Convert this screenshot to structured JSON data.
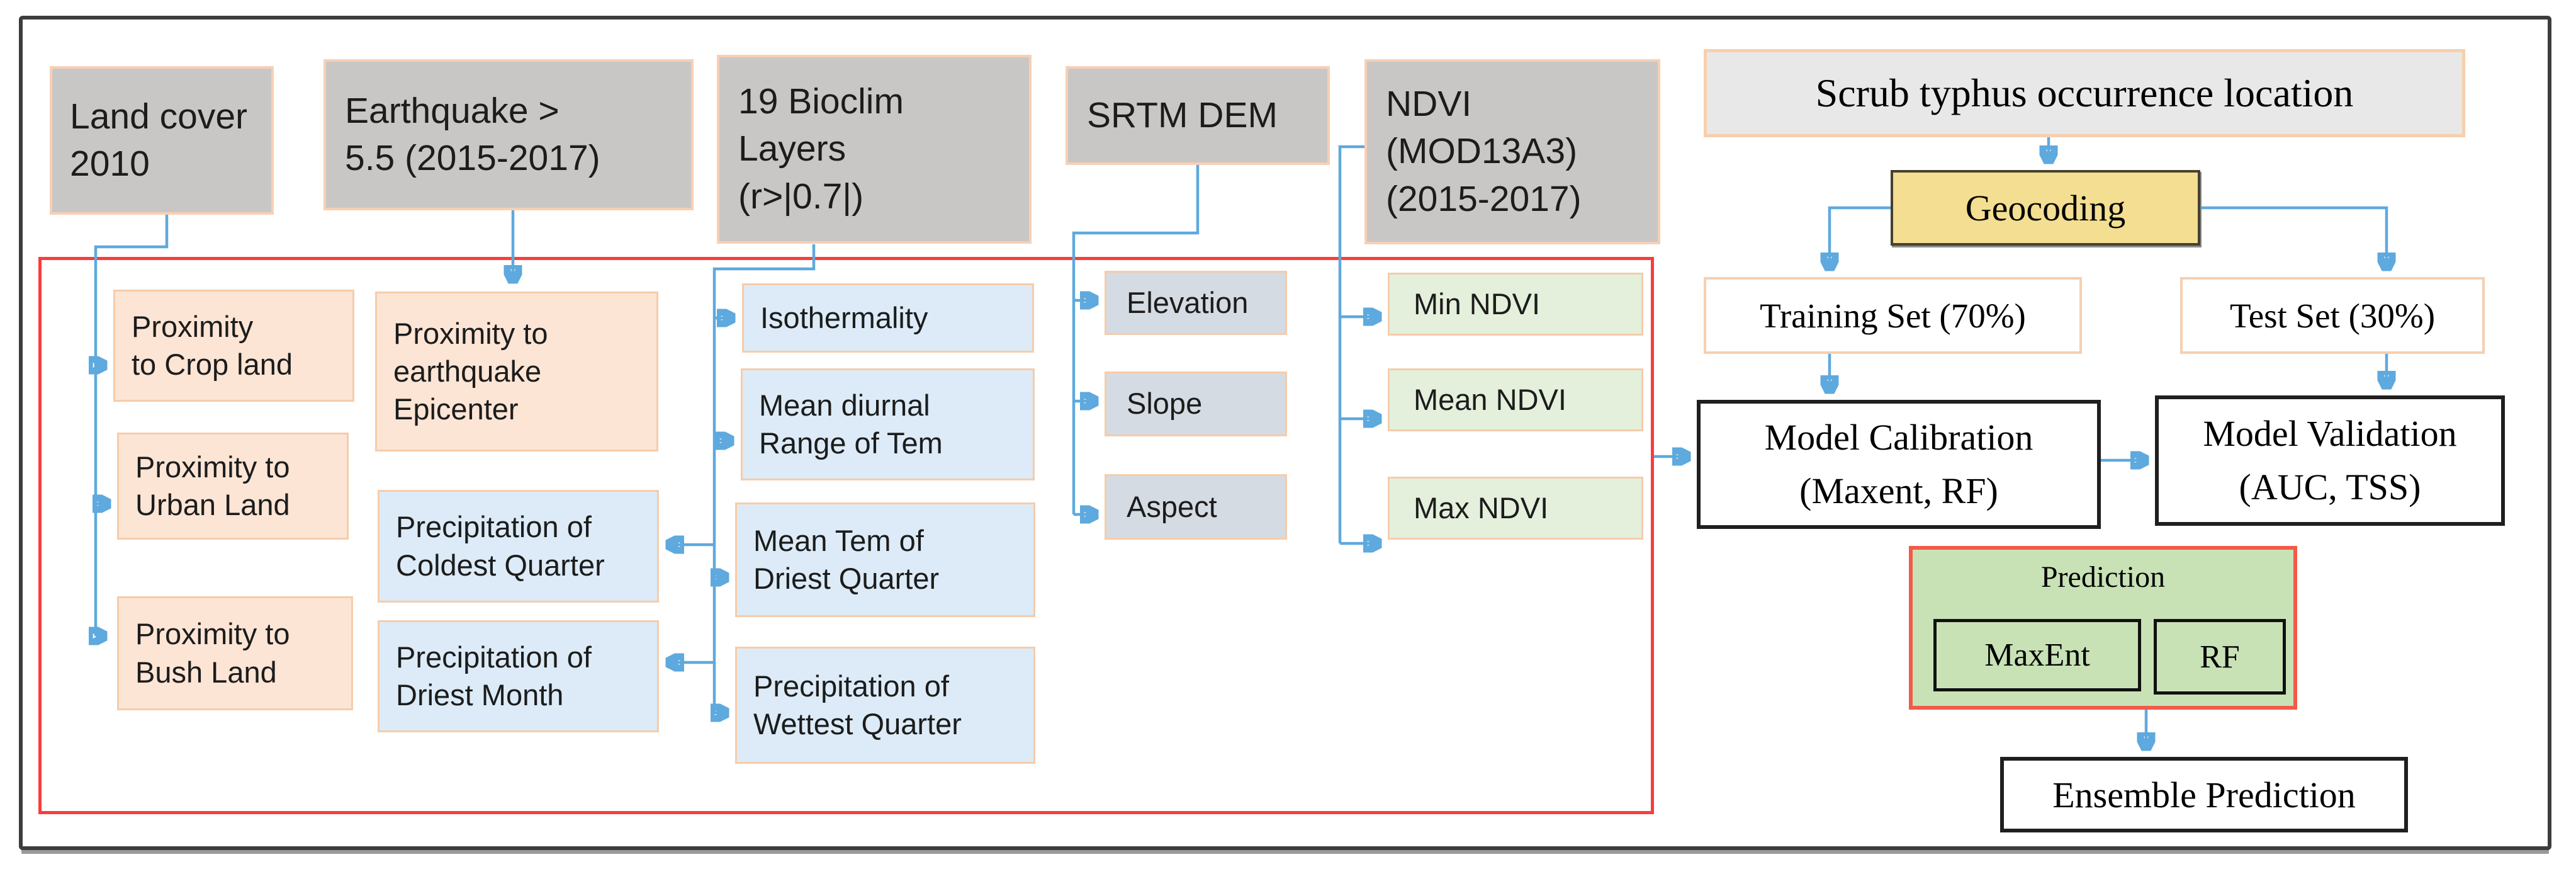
{
  "figure": {
    "type": "flowchart",
    "description": "Scrub typhus habitat-modeling workflow diagram"
  },
  "boxes": {
    "land_cover": {
      "label": "Land cover\n2010"
    },
    "earthquake": {
      "label": "Earthquake >\n5.5 (2015-2017)"
    },
    "bioclim": {
      "label": "19 Bioclim\nLayers\n(r>|0.7|)"
    },
    "srtm": {
      "label": "SRTM DEM"
    },
    "ndvi": {
      "label": "NDVI\n(MOD13A3)\n(2015-2017)"
    },
    "scrub": {
      "label": "Scrub typhus occurrence location"
    },
    "crop": {
      "label": "Proximity\nto Crop land"
    },
    "urban": {
      "label": "Proximity to\nUrban Land"
    },
    "bush": {
      "label": "Proximity to\nBush Land"
    },
    "epicenter": {
      "label": "Proximity to\nearthquake\nEpicenter"
    },
    "coldest": {
      "label": "Precipitation of\nColdest Quarter"
    },
    "driest_month": {
      "label": "Precipitation of\nDriest Month"
    },
    "isothermality": {
      "label": "Isothermality"
    },
    "mean_diurnal": {
      "label": "Mean diurnal\nRange of Tem"
    },
    "mean_tem": {
      "label": "Mean Tem of\nDriest Quarter"
    },
    "wettest": {
      "label": "Precipitation of\nWettest Quarter"
    },
    "elevation": {
      "label": "Elevation"
    },
    "slope": {
      "label": "Slope"
    },
    "aspect": {
      "label": "Aspect"
    },
    "min_ndvi": {
      "label": "Min NDVI"
    },
    "mean_ndvi": {
      "label": "Mean NDVI"
    },
    "max_ndvi": {
      "label": "Max NDVI"
    },
    "geocoding": {
      "label": "Geocoding"
    },
    "training": {
      "label": "Training Set (70%)"
    },
    "test": {
      "label": "Test Set (30%)"
    },
    "calibration": {
      "label": "Model Calibration\n(Maxent, RF)"
    },
    "validation": {
      "label": "Model Validation\n(AUC, TSS)"
    },
    "prediction": {
      "label": "Prediction"
    },
    "maxent": {
      "label": "MaxEnt"
    },
    "rf": {
      "label": "RF"
    },
    "ensemble": {
      "label": "Ensemble Prediction"
    }
  },
  "colors": {
    "source_box_fill": "#c9c7c5",
    "source_box_border": "#f7d0b5",
    "proximity_fill": "#fce5d5",
    "bioclim_fill": "#dcebf7",
    "terrain_fill": "#d5dbe3",
    "ndvi_fill": "#e4f0dc",
    "geocoding_fill": "#f3de92",
    "prediction_fill": "#c8e2b6",
    "selection_border": "#fa3c3c",
    "connector_line": "#5ea9de",
    "connector_arrow": "#1b7ec2",
    "frame_border": "#3d3d3d"
  }
}
